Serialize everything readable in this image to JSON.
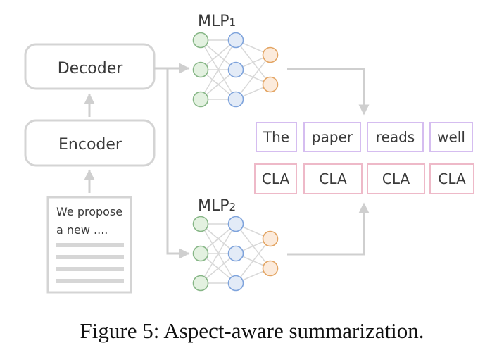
{
  "diagram": {
    "decoder_label": "Decoder",
    "encoder_label": "Encoder",
    "document": {
      "line1": "We propose",
      "line2": "a new ....",
      "placeholder_lines": 4
    },
    "mlp1": {
      "name": "MLP",
      "subscript": "1",
      "layers": [
        3,
        3,
        2
      ]
    },
    "mlp2": {
      "name": "MLP",
      "subscript": "2",
      "layers": [
        3,
        3,
        2
      ]
    },
    "tokens": [
      "The",
      "paper",
      "reads",
      "well"
    ],
    "labels": [
      "CLA",
      "CLA",
      "CLA",
      "CLA"
    ],
    "colors": {
      "box_border": "#d4d4d4",
      "arrow": "#cfcfcf",
      "input_node_fill": "#e3f1e0",
      "input_node_stroke": "#86b686",
      "hidden_node_fill": "#e3ebf7",
      "hidden_node_stroke": "#7ea3dc",
      "output_node_fill": "#fcebdc",
      "output_node_stroke": "#e3a462",
      "token_border": "#d5bdf0",
      "label_border": "#eeb9c8"
    }
  },
  "caption": "Figure 5: Aspect-aware summarization."
}
